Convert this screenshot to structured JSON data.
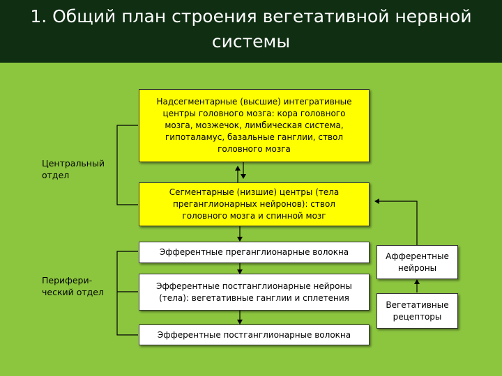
{
  "title": "1. Общий план строения вегетативной нервной\nсистемы",
  "labels": {
    "central": "Центральный\nотдел",
    "peripheral": "Перифери-\nческий отдел"
  },
  "boxes": {
    "suprasegmental": "Надсегментарные  (высшие) интегративные\nцентры головного мозга: кора  головного\nмозга, мозжечок, лимбическая система,\nгипоталамус, базальные  ганглии, ствол\nголовного мозга",
    "segmental": "Сегментарные (низшие) центры (тела\nпреганглионарных нейронов): ствол\nголовного мозга и спинной мозг",
    "efferent_pre": "Эфферентные преганглионарные волокна",
    "efferent_post_neurons": "Эфферентные постганглионарные нейроны\n(тела): вегетативные ганглии и сплетения",
    "efferent_post_fibers": "Эфферентные постганглионарные волокна",
    "afferent": "Афферентные\nнейроны",
    "receptors": "Вегетативные\nрецепторы"
  },
  "colors": {
    "title_bg": "#0f2e12",
    "background": "#8cc63f",
    "box_yellow": "#ffff00",
    "box_white": "#ffffff"
  }
}
